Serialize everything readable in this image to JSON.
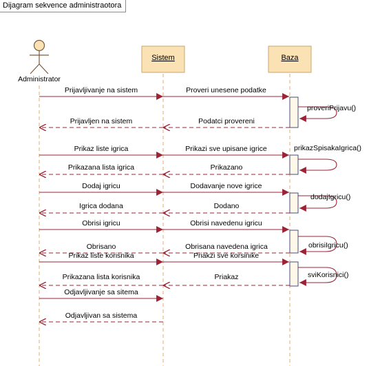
{
  "diagram": {
    "title": "Dijagram sekvence administraotora",
    "actor": "Administrator",
    "objects": [
      "Sistem",
      "Baza"
    ],
    "messages": [
      {
        "from": "Administrator",
        "to": "Sistem",
        "label": "Prijavljivanje na sistem",
        "kind": "call"
      },
      {
        "from": "Sistem",
        "to": "Baza",
        "label": "Proveri unesene podatke",
        "kind": "call"
      },
      {
        "from": "Baza",
        "to": "Baza",
        "label": "proveriPrijavu()",
        "kind": "self"
      },
      {
        "from": "Baza",
        "to": "Sistem",
        "label": "Podatci provereni",
        "kind": "return"
      },
      {
        "from": "Sistem",
        "to": "Administrator",
        "label": "Prijavljen na sistem",
        "kind": "return"
      },
      {
        "from": "Administrator",
        "to": "Sistem",
        "label": "Prikaz liste igrica",
        "kind": "call"
      },
      {
        "from": "Sistem",
        "to": "Baza",
        "label": "Prikazi sve upisane igrice",
        "kind": "call"
      },
      {
        "from": "Baza",
        "to": "Baza",
        "label": "prikazSpisakaIgrica()",
        "kind": "self"
      },
      {
        "from": "Baza",
        "to": "Sistem",
        "label": "Prikazano",
        "kind": "return"
      },
      {
        "from": "Sistem",
        "to": "Administrator",
        "label": "Prikazana lista igrica",
        "kind": "return"
      },
      {
        "from": "Administrator",
        "to": "Sistem",
        "label": "Dodaj igricu",
        "kind": "call"
      },
      {
        "from": "Sistem",
        "to": "Baza",
        "label": "Dodavanje nove igrice",
        "kind": "call"
      },
      {
        "from": "Baza",
        "to": "Baza",
        "label": "dodajIgricu()",
        "kind": "self"
      },
      {
        "from": "Baza",
        "to": "Sistem",
        "label": "Dodano",
        "kind": "return"
      },
      {
        "from": "Sistem",
        "to": "Administrator",
        "label": "Igrica dodana",
        "kind": "return"
      },
      {
        "from": "Administrator",
        "to": "Sistem",
        "label": "Obrisi igricu",
        "kind": "call"
      },
      {
        "from": "Sistem",
        "to": "Baza",
        "label": "Obrisi navedenu igricu",
        "kind": "call"
      },
      {
        "from": "Baza",
        "to": "Baza",
        "label": "obrisiIgricu()",
        "kind": "self"
      },
      {
        "from": "Baza",
        "to": "Sistem",
        "label": "Obrisana navedena igrica",
        "kind": "return"
      },
      {
        "from": "Sistem",
        "to": "Administrator",
        "label": "Obrisano",
        "kind": "return"
      },
      {
        "from": "Administrator",
        "to": "Sistem",
        "label": "Prikaz liste korisnika",
        "kind": "call"
      },
      {
        "from": "Sistem",
        "to": "Baza",
        "label": "Priakzi sve korsinike",
        "kind": "call"
      },
      {
        "from": "Baza",
        "to": "Baza",
        "label": "sviKorisnici()",
        "kind": "self"
      },
      {
        "from": "Baza",
        "to": "Sistem",
        "label": "Priakaz",
        "kind": "return"
      },
      {
        "from": "Sistem",
        "to": "Administrator",
        "label": "Prikazana lista korisnika",
        "kind": "return"
      },
      {
        "from": "Administrator",
        "to": "Sistem",
        "label": "Odjavljivanje sa sitema",
        "kind": "call"
      },
      {
        "from": "Sistem",
        "to": "Administrator",
        "label": "Odjavljivan sa sistema",
        "kind": "return"
      }
    ],
    "colors": {
      "object_fill": "#fbe2b4",
      "object_border": "#c8a56b",
      "lifeline": "#e0ad6e",
      "message": "#9b2335",
      "activation_fill": "#fdf8e8",
      "activation_border": "#4b4b7a"
    }
  }
}
